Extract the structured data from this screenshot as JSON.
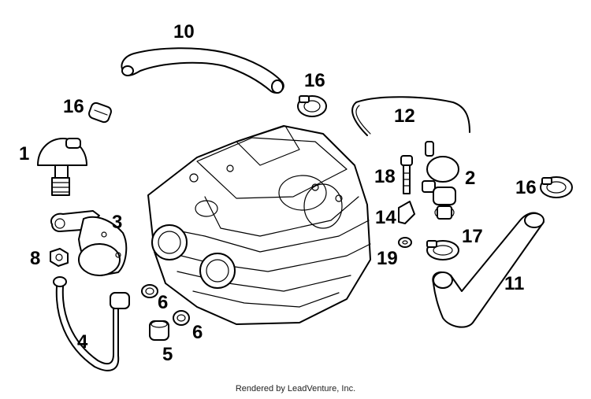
{
  "callouts": {
    "c1": "1",
    "c2": "2",
    "c3": "3",
    "c4": "4",
    "c5": "5",
    "c6a": "6",
    "c6b": "6",
    "c8": "8",
    "c10": "10",
    "c11": "11",
    "c12": "12",
    "c14": "14",
    "c16a": "16",
    "c16b": "16",
    "c16c": "16",
    "c17": "17",
    "c18": "18",
    "c19": "19"
  },
  "footer": {
    "credit": "Rendered by LeadVenture, Inc."
  }
}
